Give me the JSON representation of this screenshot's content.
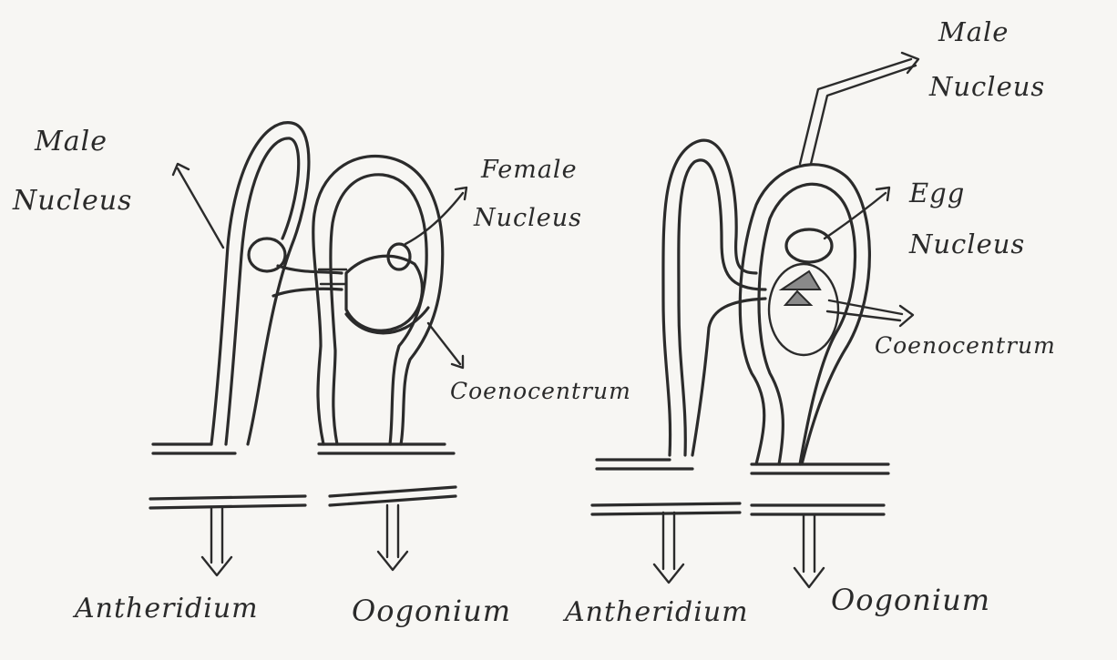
{
  "left_panel": {
    "label_male_nucleus_line1": "Male",
    "label_male_nucleus_line2": "Nucleus",
    "label_female_nucleus_line1": "Female",
    "label_female_nucleus_line2": "Nucleus",
    "label_coenocentrum": "Coenocentrum",
    "label_antheridium": "Antheridium",
    "label_oogonium": "Oogonium"
  },
  "right_panel": {
    "label_male_nucleus_line1": "Male",
    "label_male_nucleus_line2": "Nucleus",
    "label_egg_nucleus_line1": "Egg",
    "label_egg_nucleus_line2": "Nucleus",
    "label_coenocentrum": "Coenocentrum",
    "label_antheridium": "Antheridium",
    "label_oogonium": "Oogonium"
  },
  "colors": {
    "paper": "#f7f6f3",
    "ink": "#2b2b2b",
    "shade": "#8a8a8a"
  }
}
